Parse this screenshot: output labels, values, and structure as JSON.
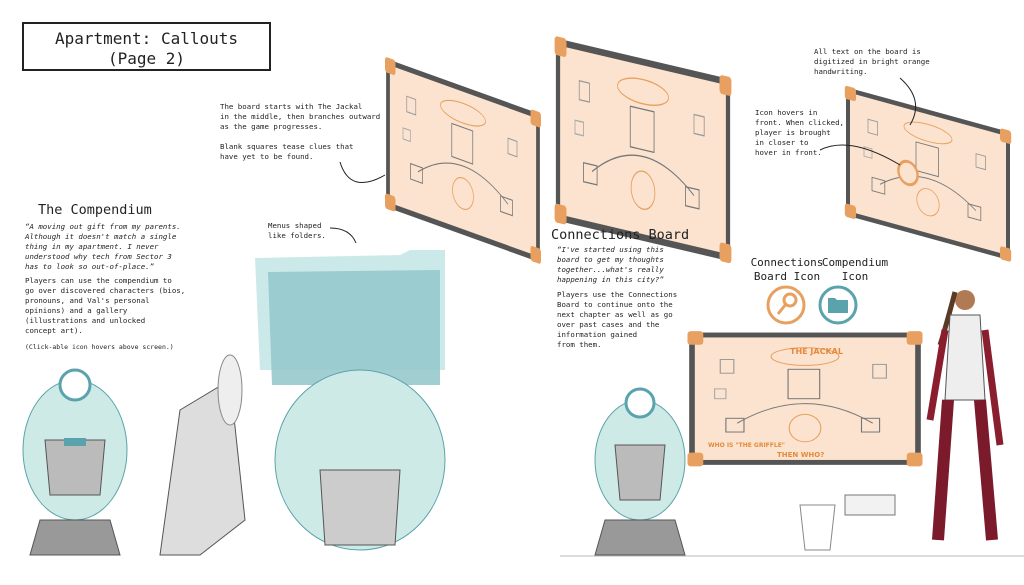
{
  "title": {
    "line1": "Apartment: Callouts",
    "line2": "(Page 2)"
  },
  "compendium": {
    "heading": "The Compendium",
    "quote": "“A moving out gift from my parents.\nAlthough it doesn't match a single\nthing in my apartment. I never\nunderstood why tech from Sector 3\nhas to look so out-of-place.”",
    "description": "Players can use the compendium to\ngo over discovered characters (bios,\npronouns, and Val's personal\nopinions) and a gallery\n(illustrations and unlocked\nconcept art).",
    "note": "(Click-able icon hovers above screen.)",
    "menus_note": "Menus shaped\nlike folders."
  },
  "board_notes": {
    "center": "The board starts with The Jackal\nin the middle, then branches outward\nas the game progresses.\n\nBlank squares tease clues that\nhave yet to be found.",
    "text_note": "All text on the board is\ndigitized in bright orange\nhandwriting.",
    "hover_note": "Icon hovers in\nfront. When clicked,\nplayer is brought\nin closer to\nhover in front."
  },
  "connections": {
    "heading": "Connections Board",
    "quote": "“I've started using this\nboard to get my thoughts\ntogether...what's really\nhappening in this city?”",
    "description": "Players use the Connections\nBoard to continue onto the\nnext chapter as well as go\nover past cases and the\ninformation gained\nfrom them."
  },
  "icons": {
    "connections_label": "Connections\nBoard Icon",
    "compendium_label": "Compendium\nIcon"
  },
  "board_text": {
    "center": "THE JACKAL",
    "left": "WHO IS \"THE GRIFFLE\"",
    "bottom": "THEN WHO?"
  },
  "colors": {
    "orange": "#e8a060",
    "board": "#fbe3cf",
    "teal": "#5aa3ad",
    "teal_light": "#bfe3e3",
    "frame": "#555555"
  }
}
